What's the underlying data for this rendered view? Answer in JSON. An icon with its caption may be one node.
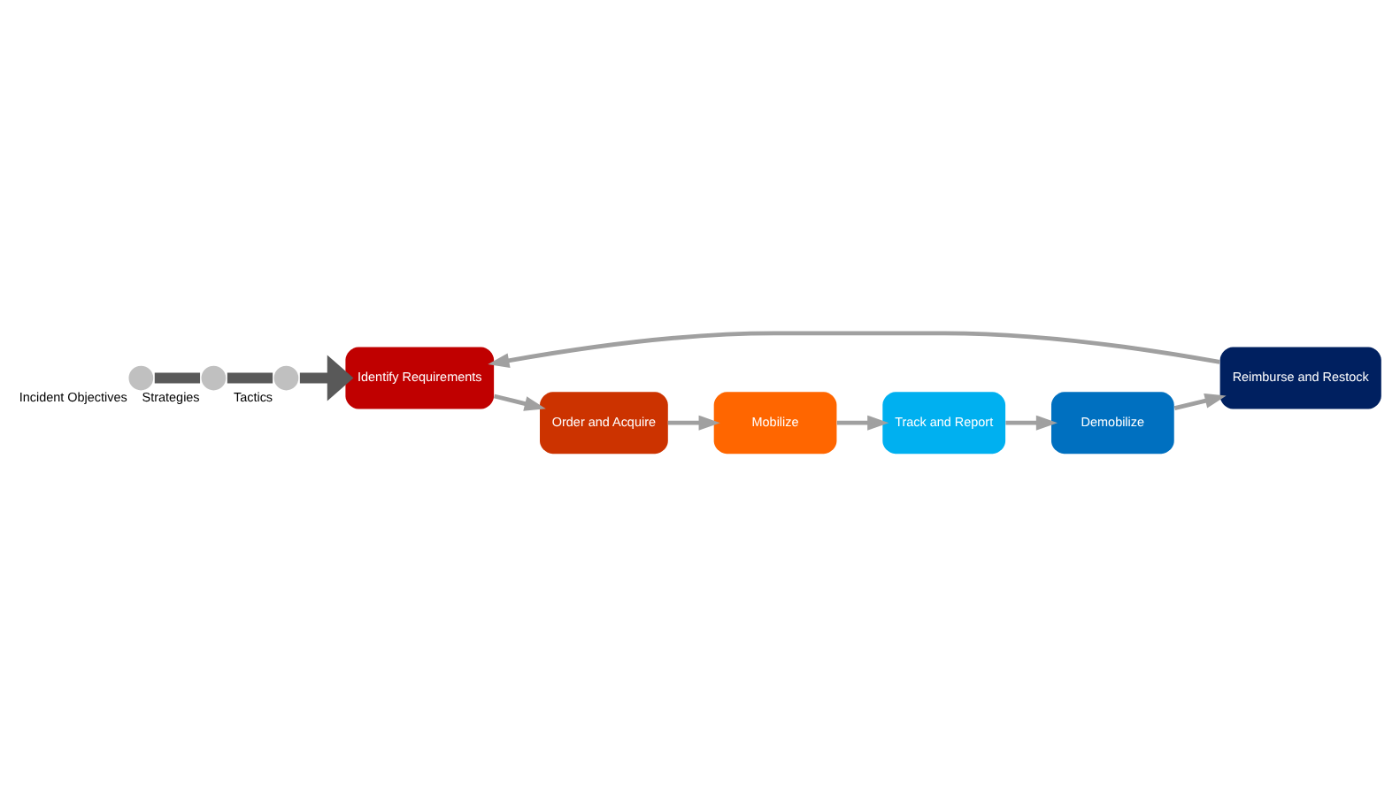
{
  "diagram": {
    "nodes": [
      {
        "text": [],
        "shape": "circle",
        "beside": [
          "Incident Objectives"
        ]
      },
      {
        "text": [],
        "shape": "circle",
        "beside": [
          "Strategies"
        ]
      },
      {
        "text": [],
        "shape": "circle",
        "beside": [
          "Tactics"
        ]
      },
      {
        "text": [
          "Order and Acquire"
        ]
      },
      {
        "text": [
          "Mobilize"
        ]
      },
      {
        "text": [
          "Track and Report"
        ]
      },
      {
        "text": [
          "Demobilize"
        ]
      },
      {
        "text": [
          "Reimburse and Restock"
        ]
      },
      {
        "text": [
          "Identify Requirements"
        ]
      }
    ],
    "edges": [
      {
        "from": 0,
        "to": 1,
        "arrow": "none",
        "style": "thick",
        "color": "#595959"
      },
      {
        "from": 1,
        "to": 2,
        "arrow": "none",
        "style": "thick",
        "color": "#595959"
      },
      {
        "from": 2,
        "to": 8,
        "arrow": "to",
        "style": "thick",
        "color": "#595959"
      },
      {
        "from": 3,
        "to": 4,
        "arrow": "to"
      },
      {
        "from": 4,
        "to": 5,
        "arrow": "to"
      },
      {
        "from": 5,
        "to": 6,
        "arrow": "to"
      },
      {
        "from": 6,
        "to": 7,
        "arrow": "to"
      },
      {
        "from": 7,
        "to": 8,
        "arrow": "to"
      },
      {
        "from": 8,
        "to": 3,
        "arrow": "to"
      }
    ]
  }
}
